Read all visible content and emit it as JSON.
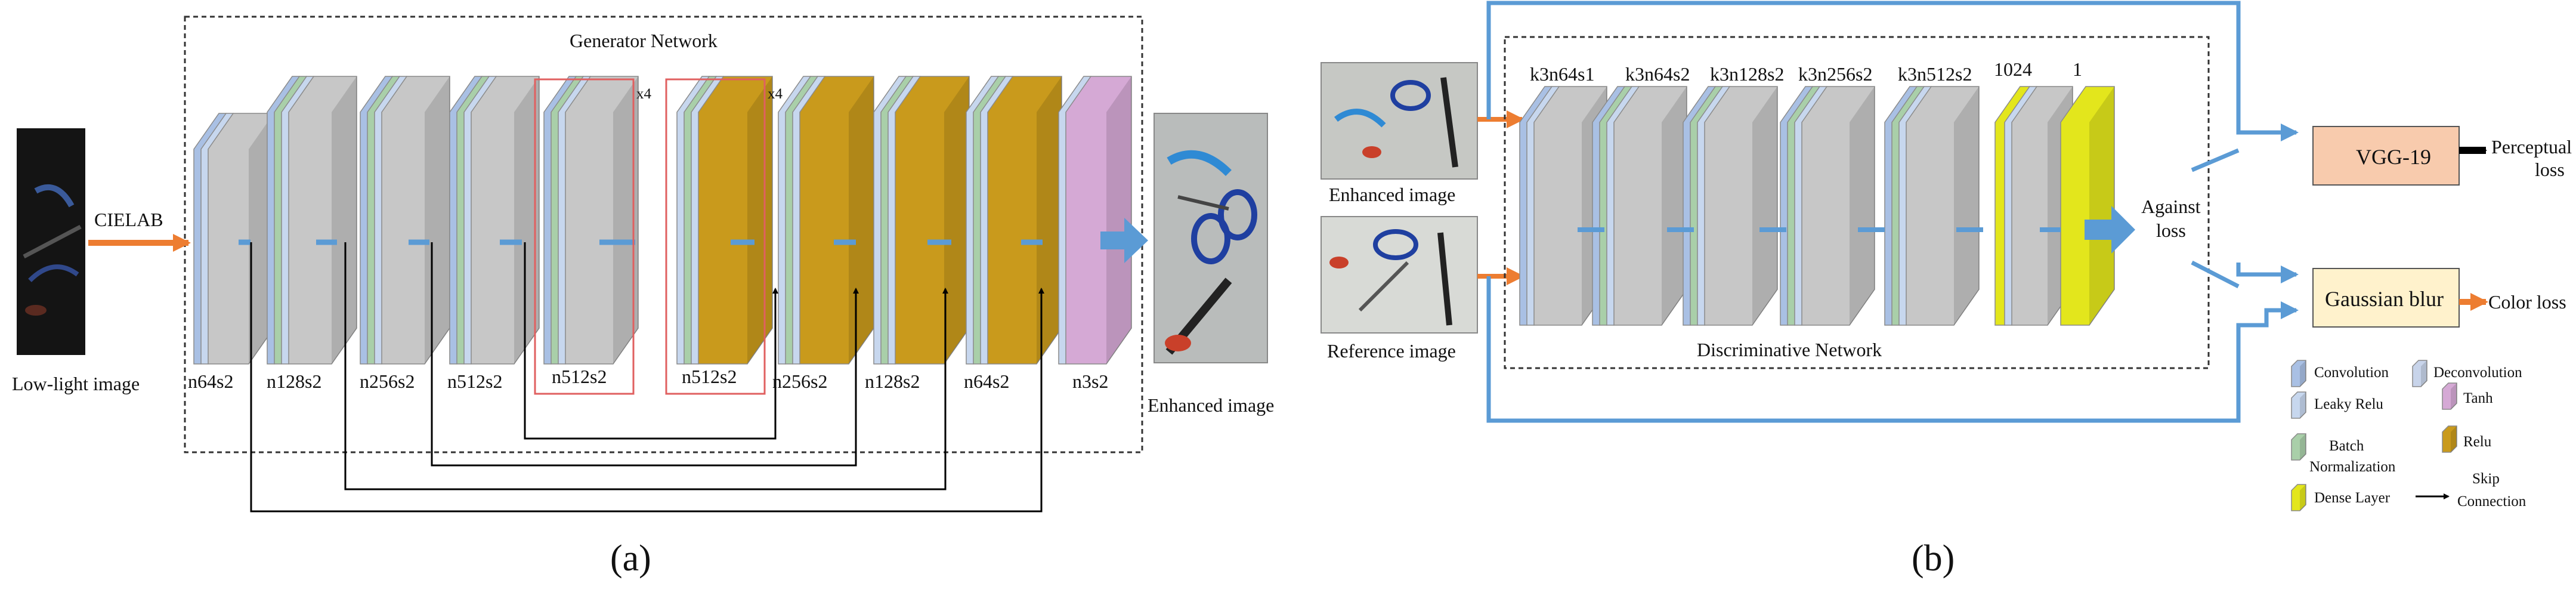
{
  "panels": {
    "a": "(a)",
    "b": "(b)"
  },
  "generator": {
    "title": "Generator Network",
    "input_label": "Low-light image",
    "color_space": "CIELAB",
    "output_label": "Enhanced image",
    "repeat_marks": [
      "x4",
      "x4"
    ],
    "layers": [
      "n64s2",
      "n128s2",
      "n256s2",
      "n512s2",
      "n512s2",
      "n512s2",
      "n256s2",
      "n128s2",
      "n64s2",
      "n3s2"
    ]
  },
  "discriminator": {
    "title": "Discriminative Network",
    "input_top_label": "Enhanced image",
    "input_bottom_label": "Reference image",
    "layers": [
      "k3n64s1",
      "k3n64s2",
      "k3n128s2",
      "k3n256s2",
      "k3n512s2",
      "1024",
      "1"
    ],
    "against_loss": [
      "Against",
      "loss"
    ]
  },
  "losses": {
    "vgg": "VGG-19",
    "gaussian": "Gaussian blur",
    "perceptual": [
      "Perceptual",
      "loss"
    ],
    "color": "Color loss"
  },
  "legend": [
    {
      "text": [
        "Convolution"
      ],
      "color": "#a9c0e4",
      "icon": "convolution-icon"
    },
    {
      "text": [
        "Deconvolution"
      ],
      "color": "#c8d4ea",
      "icon": "deconvolution-icon"
    },
    {
      "text": [
        "Leaky Relu"
      ],
      "color": "#c7d7ee",
      "icon": "leaky-relu-icon"
    },
    {
      "text": [
        "Tanh"
      ],
      "color": "#d5a9d5",
      "icon": "tanh-icon"
    },
    {
      "text": [
        "Batch",
        "Normalization"
      ],
      "color": "#a9cfa9",
      "icon": "batch-norm-icon"
    },
    {
      "text": [
        "Relu"
      ],
      "color": "#c99a1c",
      "icon": "relu-icon"
    },
    {
      "text": [
        "Dense Layer"
      ],
      "color": "#e3e61c",
      "icon": "dense-layer-icon"
    },
    {
      "text": [
        "Skip",
        "Connection"
      ],
      "color": "#000000",
      "icon": "skip-connection-icon"
    }
  ],
  "colors": {
    "conv": "#a9c0e4",
    "leaky": "#c7d7ee",
    "bn": "#a9cfa9",
    "gray": "#c7c7c7",
    "relu": "#c99a1c",
    "tanh": "#d5a9d5",
    "dense": "#e3e61c",
    "blue_arrow": "#5b9bd5",
    "orange_arrow": "#ed7d31",
    "vgg_fill": "#f8cbad",
    "gauss_fill": "#fff2cc",
    "repeat_box": "#e06060"
  }
}
